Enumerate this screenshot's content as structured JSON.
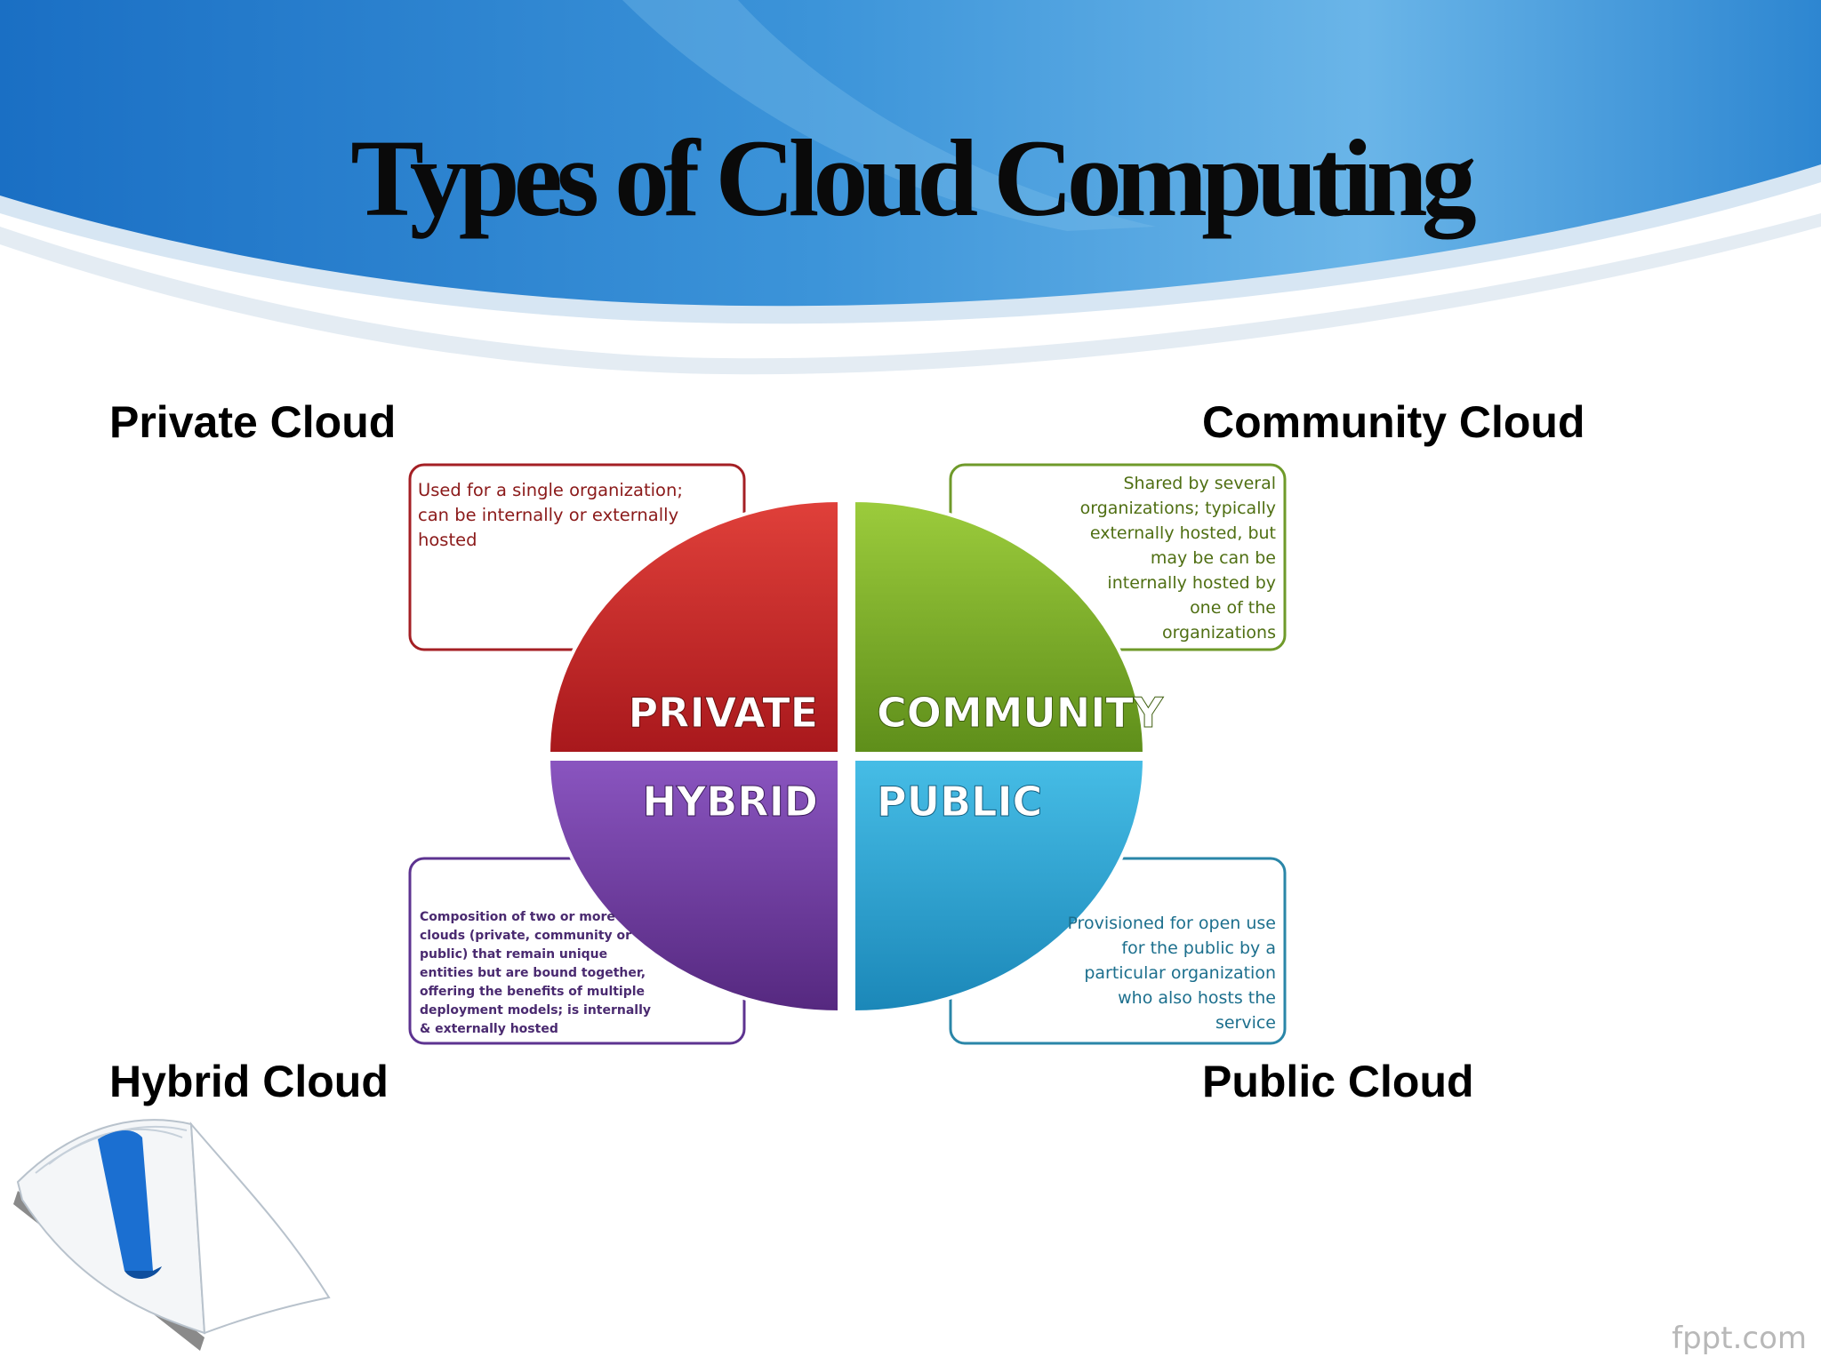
{
  "title": "Types of Cloud Computing",
  "labels": {
    "private": "Private Cloud",
    "community": "Community Cloud",
    "hybrid": "Hybrid Cloud",
    "public": "Public Cloud"
  },
  "quadrants": {
    "private": {
      "name": "PRIVATE",
      "color": "#c62828"
    },
    "community": {
      "name": "COMMUNITY",
      "color": "#7cb32a"
    },
    "hybrid": {
      "name": "HYBRID",
      "color": "#6a3d9a"
    },
    "public": {
      "name": "PUBLIC",
      "color": "#2aa6d4"
    }
  },
  "descriptions": {
    "private": "Used for a single organization; can be internally or externally hosted",
    "community": "Shared by several organizations; typically externally hosted, but may be can be internally hosted by one of the organizations",
    "hybrid": "Composition of two or more clouds (private, community or public) that remain unique entities but are bound together, offering the benefits of multiple deployment models; is internally & externally hosted",
    "public": "Provisioned for open use for the public by a particular organization who also hosts the service"
  },
  "watermark": "fppt.com"
}
